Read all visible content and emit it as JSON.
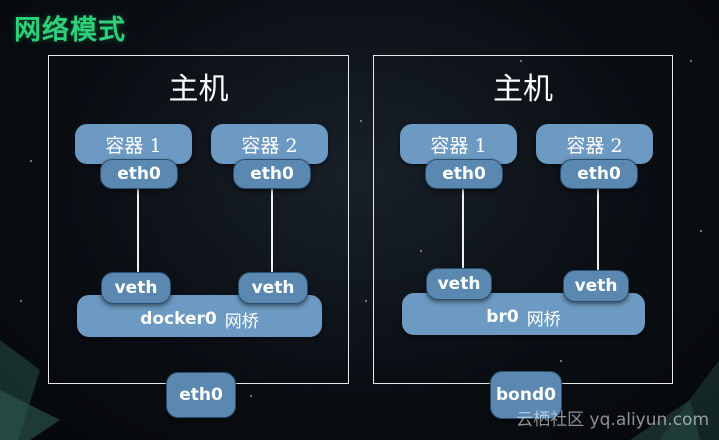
{
  "slide_title": "网络模式",
  "hosts": [
    {
      "title": "主机",
      "containers": [
        {
          "label": "容器 1",
          "iface": "eth0"
        },
        {
          "label": "容器 2",
          "iface": "eth0"
        }
      ],
      "veths": [
        "veth",
        "veth"
      ],
      "bridge": {
        "name": "docker0",
        "suffix": "网桥"
      },
      "uplink": "eth0"
    },
    {
      "title": "主机",
      "containers": [
        {
          "label": "容器 1",
          "iface": "eth0"
        },
        {
          "label": "容器 2",
          "iface": "eth0"
        }
      ],
      "veths": [
        "veth",
        "veth"
      ],
      "bridge": {
        "name": "br0",
        "suffix": "网桥"
      },
      "uplink": "bond0"
    }
  ],
  "watermark": "云栖社区 yq.aliyun.com",
  "colors": {
    "title": "#2fd07a",
    "box": "#6d9ac2",
    "iface": "#5a88b0",
    "frame": "#e8e8e8"
  }
}
